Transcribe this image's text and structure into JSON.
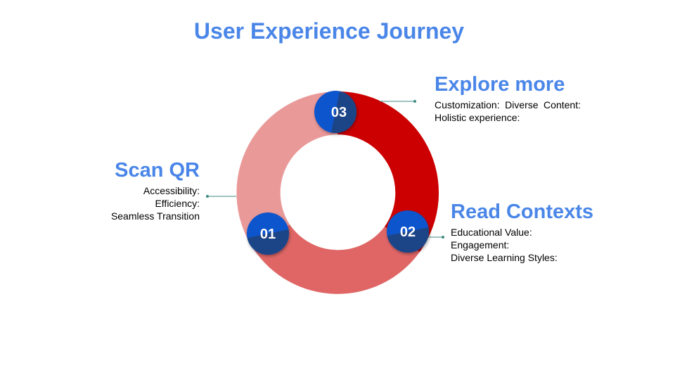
{
  "title": "User Experience Journey",
  "colors": {
    "title_blue": "#4a86e8",
    "segment_light": "#ea9999",
    "segment_mid": "#e06666",
    "segment_dark": "#cc0000",
    "badge_blue": "#1155cc",
    "badge_navy": "#1c4587",
    "connector_teal": "#3d8a80"
  },
  "steps": [
    {
      "number": "01",
      "heading": "Scan QR",
      "lines": [
        "Accessibility:",
        "Efficiency:",
        "Seamless Transition"
      ]
    },
    {
      "number": "02",
      "heading": "Read Contexts",
      "lines": [
        "Educational Value:",
        "Engagement:",
        "Diverse Learning Styles:"
      ]
    },
    {
      "number": "03",
      "heading": "Explore more",
      "text": "Customization: Diverse Content: Holistic experience:"
    }
  ]
}
